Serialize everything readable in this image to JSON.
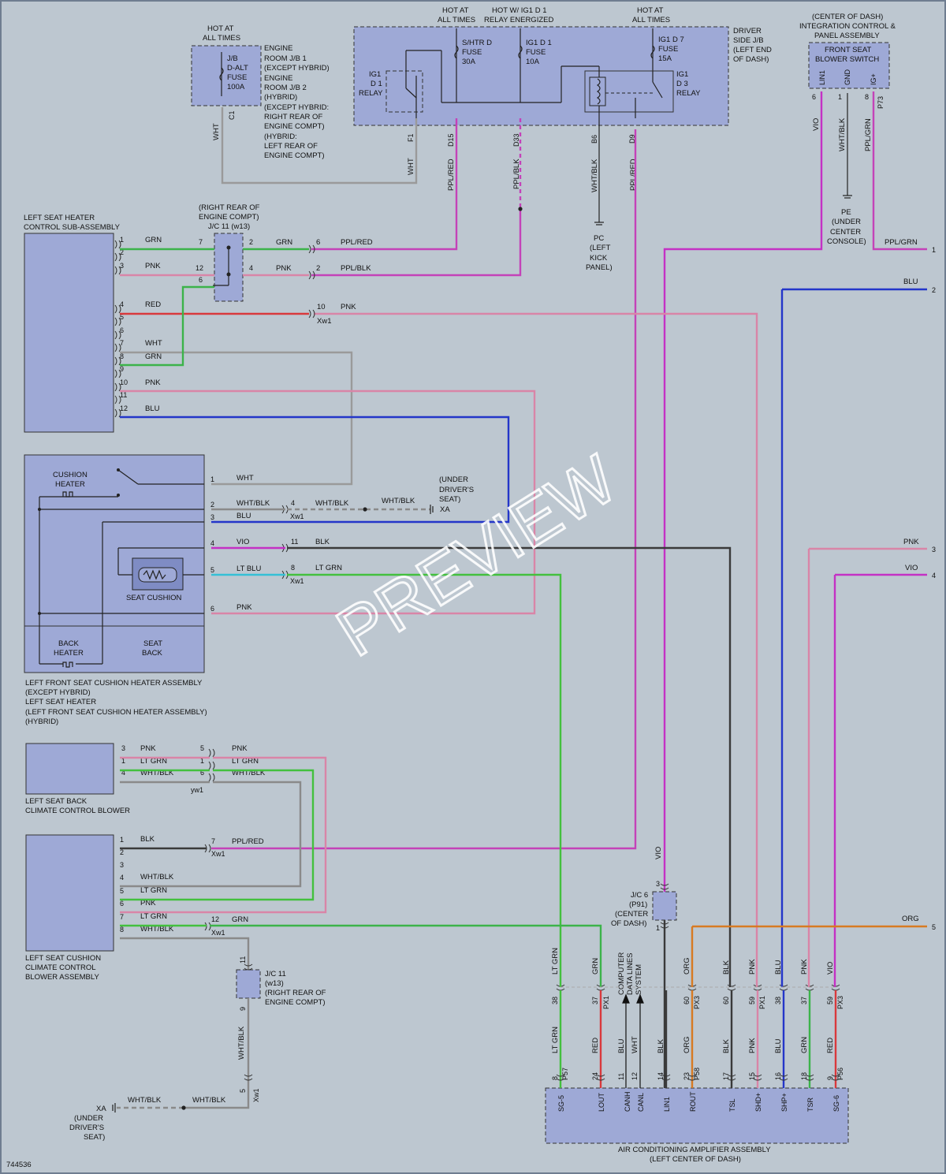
{
  "colors": {
    "background": "#bdc7d0",
    "component": "#9ea9d6",
    "GRN": "#3cb34a",
    "PNK": "#d985a7",
    "RED": "#d9393c",
    "BLU": "#2436c9",
    "WHT": "#9a9a9a",
    "WHT/BLK": "#8a8a8a",
    "VIO": "#c431c4",
    "PPL": "#c442b8",
    "LTGRN": "#43c03e",
    "LTBLU": "#35c0d6",
    "BLK": "#3a3a3a",
    "ORG": "#d77a22"
  },
  "diagram_id": "744536",
  "watermark": "PREVIEW",
  "top": {
    "hot_all_times_1": [
      "HOT AT",
      "ALL TIMES"
    ],
    "engine_jb_fuse": [
      "J/B",
      "D-ALT",
      "FUSE",
      "100A"
    ],
    "engine_jb_label": [
      "ENGINE",
      "ROOM J/B 1",
      "(EXCEPT HYBRID)",
      "ENGINE",
      "ROOM J/B 2",
      "(HYBRID)",
      "(EXCEPT HYBRID:",
      "RIGHT REAR OF",
      "ENGINE COMPT)",
      "(HYBRID:",
      "LEFT REAR OF",
      "ENGINE COMPT)"
    ],
    "engine_jb_pin": "C1",
    "engine_jb_wire": "WHT",
    "hot_all_times_2": [
      "HOT AT",
      "ALL TIMES"
    ],
    "hot_w_ig1": [
      "HOT W/ IG1 D 1",
      "RELAY ENERGIZED"
    ],
    "hot_all_times_3": [
      "HOT AT",
      "ALL TIMES"
    ],
    "shtr_fuse": [
      "S/HTR D",
      "FUSE",
      "30A"
    ],
    "ig1d1_fuse": [
      "IG1 D 1",
      "FUSE",
      "10A"
    ],
    "ig1d7_fuse": [
      "IG1 D 7",
      "FUSE",
      "15A"
    ],
    "ig1d1_relay": [
      "IG1",
      "D 1",
      "RELAY"
    ],
    "ig1d3_relay": [
      "IG1",
      "D 3",
      "RELAY"
    ],
    "driver_jb": [
      "DRIVER",
      "SIDE J/B",
      "(LEFT END",
      "OF DASH)"
    ],
    "jb_pins": [
      "F1",
      "D15",
      "D33",
      "B6",
      "D9"
    ],
    "jb_wires": [
      "WHT",
      "PPL/RED",
      "PPL/BLK",
      "WHT/BLK",
      "PPL/RED"
    ],
    "ground_pc": [
      "PC",
      "(LEFT",
      "KICK",
      "PANEL)"
    ],
    "integration_title": [
      "(CENTER OF DASH)",
      "INTEGRATION CONTROL &",
      "PANEL ASSEMBLY"
    ],
    "blower_switch": [
      "FRONT SEAT",
      "BLOWER SWITCH"
    ],
    "blower_pins": [
      "LIN1",
      "GND",
      "IG+"
    ],
    "blower_pin_nums": [
      "6",
      "1",
      "8"
    ],
    "blower_conn": "P73",
    "blower_wires": [
      "VIO",
      "WHT/BLK",
      "PPL/GRN"
    ],
    "ground_pe": [
      "PE",
      "(UNDER",
      "CENTER",
      "CONSOLE)"
    ]
  },
  "left_control": {
    "title": [
      "LEFT SEAT HEATER",
      "CONTROL SUB-ASSEMBLY"
    ],
    "pins": [
      "1",
      "2",
      "3",
      "4",
      "5",
      "6",
      "7",
      "8",
      "9",
      "10",
      "11",
      "12"
    ],
    "wires": [
      "GRN",
      "",
      "PNK",
      "RED",
      "",
      "",
      "WHT",
      "GRN",
      "",
      "PNK",
      "",
      "BLU"
    ]
  },
  "jc11a": {
    "title": [
      "(RIGHT REAR OF",
      "ENGINE COMPT)",
      "J/C 11 (w13)"
    ],
    "pins": [
      "7",
      "2",
      "12",
      "4",
      "6"
    ]
  },
  "splices": {
    "row1": [
      "GRN",
      "6",
      "PPL/RED"
    ],
    "row3": [
      "PNK",
      "2",
      "PPL/BLK"
    ],
    "row4": [
      "10",
      "PNK",
      "Xw1"
    ]
  },
  "cushion": {
    "heater": [
      "CUSHION",
      "HEATER"
    ],
    "seat_cushion": "SEAT CUSHION",
    "back_heater": [
      "BACK",
      "HEATER"
    ],
    "seat_back": [
      "SEAT",
      "BACK"
    ],
    "title": [
      "LEFT FRONT SEAT CUSHION HEATER ASSEMBLY",
      "(EXCEPT HYBRID)",
      "LEFT SEAT HEATER",
      "(LEFT FRONT SEAT CUSHION HEATER ASSEMBLY)",
      "(HYBRID)"
    ],
    "pins": [
      "1",
      "2",
      "3",
      "4",
      "5",
      "6"
    ],
    "wires": [
      "WHT",
      "WHT/BLK",
      "BLU",
      "VIO",
      "LT BLU",
      "PNK"
    ],
    "xw1_pins": [
      "4",
      "11",
      "8"
    ],
    "xw1_wires": [
      "WHT/BLK",
      "BLK",
      "LT GRN"
    ],
    "xw1_label": "Xw1",
    "ground_wire": "WHT/BLK",
    "ground_xa": [
      "(UNDER",
      "DRIVER'S",
      "SEAT)"
    ],
    "xa": "XA"
  },
  "back_blower": {
    "title": [
      "LEFT SEAT BACK",
      "CLIMATE CONTROL BLOWER"
    ],
    "pins": [
      "3",
      "1",
      "4"
    ],
    "wires": [
      "PNK",
      "LT GRN",
      "WHT/BLK"
    ],
    "yw1_pins": [
      "5",
      "1",
      "6"
    ],
    "yw1_wires": [
      "PNK",
      "LT GRN",
      "WHT/BLK"
    ],
    "yw1_label": "yw1"
  },
  "cushion_blower": {
    "title": [
      "LEFT SEAT CUSHION",
      "CLIMATE CONTROL",
      "BLOWER ASSEMBLY"
    ],
    "pins": [
      "1",
      "2",
      "3",
      "4",
      "5",
      "6",
      "7",
      "8"
    ],
    "wires": [
      "BLK",
      "",
      "",
      "WHT/BLK",
      "LT GRN",
      "PNK",
      "LT GRN",
      "WHT/BLK"
    ],
    "xw1_pins": [
      "7",
      "12"
    ],
    "xw1_wires": [
      "PPL/RED",
      "GRN"
    ],
    "xw1_label": "Xw1"
  },
  "jc11b": {
    "pins": [
      "11",
      "9"
    ],
    "title": [
      "J/C 11",
      "(w13)",
      "(RIGHT REAR OF",
      "ENGINE COMPT)"
    ],
    "wire": "WHT/BLK",
    "xw1_pin": "5",
    "xw1_label": "Xw1",
    "ground_wire": "WHT/BLK",
    "xa": "XA",
    "ground_xa": [
      "(UNDER",
      "DRIVER'S",
      "SEAT)"
    ]
  },
  "jc6": {
    "title": [
      "J/C 6",
      "(P91)",
      "(CENTER",
      "OF DASH)"
    ],
    "pins": [
      "3",
      "1"
    ],
    "wire": "VIO"
  },
  "right_edge": {
    "wires": [
      "PPL/GRN",
      "BLU",
      "PNK",
      "VIO",
      "ORG"
    ],
    "nums": [
      "1",
      "2",
      "3",
      "4",
      "5"
    ]
  },
  "amp": {
    "title": [
      "AIR CONDITIONING AMPLIFIER ASSEMBLY",
      "(LEFT CENTER OF DASH)"
    ],
    "comm": [
      "COMPUTER",
      "DATA LINES",
      "SYSTEM"
    ],
    "pins": [
      "SG-5",
      "LOUT",
      "CANH",
      "CANL",
      "LIN1",
      "ROUT",
      "TSL",
      "SHD+",
      "SHP+",
      "TSR",
      "SG-6"
    ],
    "pin_nums": [
      "8",
      "24",
      "11",
      "12",
      "14",
      "23",
      "17",
      "15",
      "16",
      "18",
      "9"
    ],
    "conns": [
      "P57",
      "P58",
      "P56"
    ],
    "lower_wires": [
      "LT GRN",
      "RED",
      "BLU",
      "WHT",
      "BLK",
      "ORG",
      "BLK",
      "PNK",
      "BLU",
      "GRN",
      "RED"
    ],
    "upper_wires": [
      "LT GRN",
      "GRN",
      "ORG",
      "BLK",
      "PNK",
      "BLU",
      "PNK",
      "VIO"
    ],
    "upper_nums": [
      "38",
      "37",
      "60",
      "60",
      "59",
      "38",
      "37",
      "59"
    ],
    "upper_conns": [
      "PX1",
      "PX3",
      "PX1",
      "PX3"
    ]
  }
}
